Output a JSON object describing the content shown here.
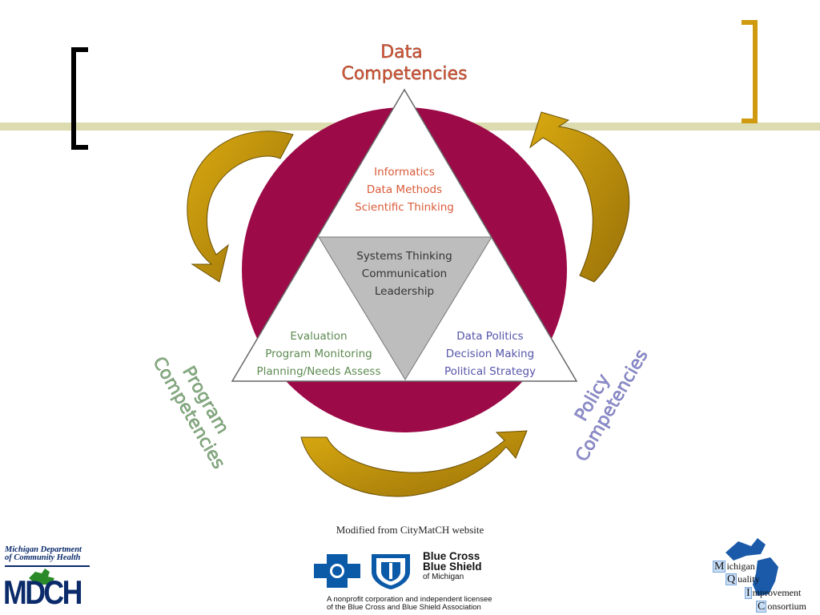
{
  "diagram": {
    "headings": {
      "data": "Data\nCompetencies",
      "program": "Program\nCompetencies",
      "policy": "Policy\nCompetencies"
    },
    "top_items": [
      "Informatics",
      "Data Methods",
      "Scientific Thinking"
    ],
    "center_items": [
      "Systems Thinking",
      "Communication",
      "Leadership"
    ],
    "left_items": [
      "Evaluation",
      "Program Monitoring",
      "Planning/Needs Assess"
    ],
    "right_items": [
      "Data Politics",
      "Decision Making",
      "Political Strategy"
    ],
    "colors": {
      "circle": "#9c0a48",
      "data_text": "#d95a38",
      "program_text": "#5c8a50",
      "policy_text": "#6a6ab8",
      "arrow": "#c9a010",
      "center": "#bdbdbd"
    }
  },
  "caption": "Modified from CityMatCH website",
  "bcbs": {
    "name_line1": "Blue Cross",
    "name_line2": "Blue Shield",
    "sub": "of Michigan",
    "note_line1": "A nonprofit corporation and independent licensee",
    "note_line2": "of the Blue Cross and Blue Shield Association"
  },
  "mdch": {
    "title": "Michigan Department\nof Community Health",
    "logo": "MDCH"
  },
  "mqic": {
    "lines": [
      {
        "cap": "M",
        "rest": "ichigan"
      },
      {
        "cap": "Q",
        "rest": "uality"
      },
      {
        "cap": "I",
        "rest": "mprovement"
      },
      {
        "cap": "C",
        "rest": "onsortium"
      }
    ]
  }
}
